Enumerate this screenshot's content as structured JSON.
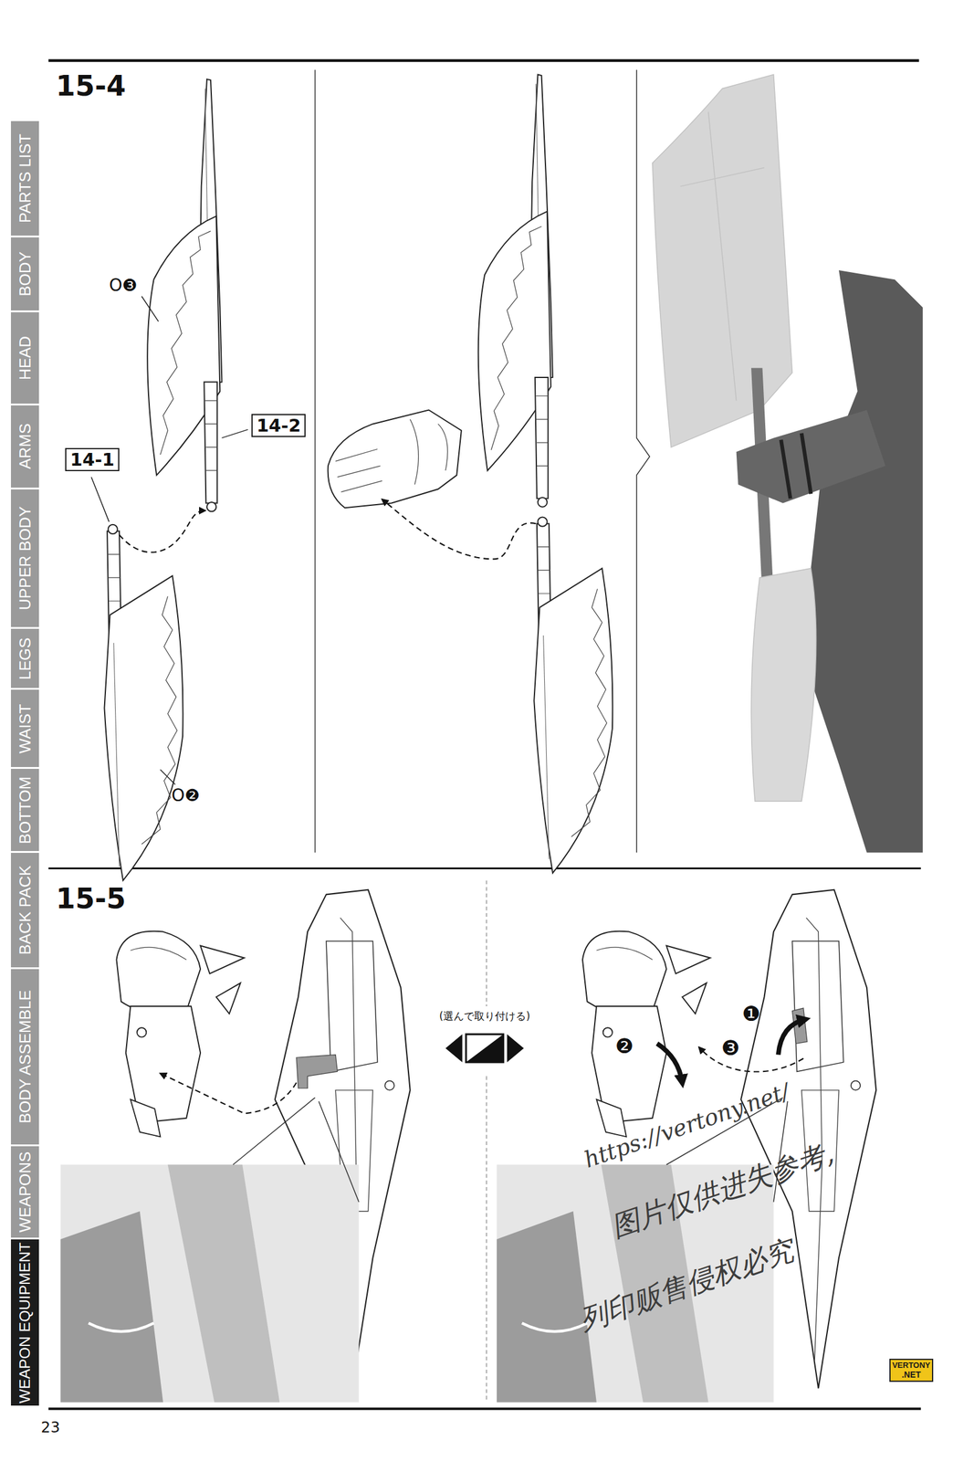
{
  "diagram": {
    "nodes": [
      {
        "text": [
          "14-2"
        ]
      },
      {
        "text": [
          "14-1"
        ]
      },
      {
        "text": [
          "PARTS LIST"
        ]
      },
      {
        "text": [
          "BODY"
        ]
      },
      {
        "text": [
          "HEAD"
        ]
      },
      {
        "text": [
          "ARMS"
        ]
      },
      {
        "text": [
          "UPPER BODY"
        ]
      },
      {
        "text": [
          "LEGS"
        ]
      },
      {
        "text": [
          "WAIST"
        ]
      },
      {
        "text": [
          "BOTTOM"
        ]
      },
      {
        "text": [
          "BACK PACK"
        ]
      },
      {
        "text": [
          "BODY ASSEMBLE"
        ]
      },
      {
        "text": [
          "WEAPONS"
        ]
      },
      {
        "text": [
          "WEAPON EQUIPMENT"
        ]
      },
      {
        "text": [
          "VERTONY",
          ".NET"
        ]
      }
    ],
    "labels": [
      "15-4",
      "O❸",
      "O❷",
      "15-5",
      "(選んで取り付ける)",
      "❶",
      "❷",
      "❸",
      "https://vertony.net/",
      "图片仅供进失参考,",
      "列印贩售侵权必究",
      "23"
    ]
  }
}
